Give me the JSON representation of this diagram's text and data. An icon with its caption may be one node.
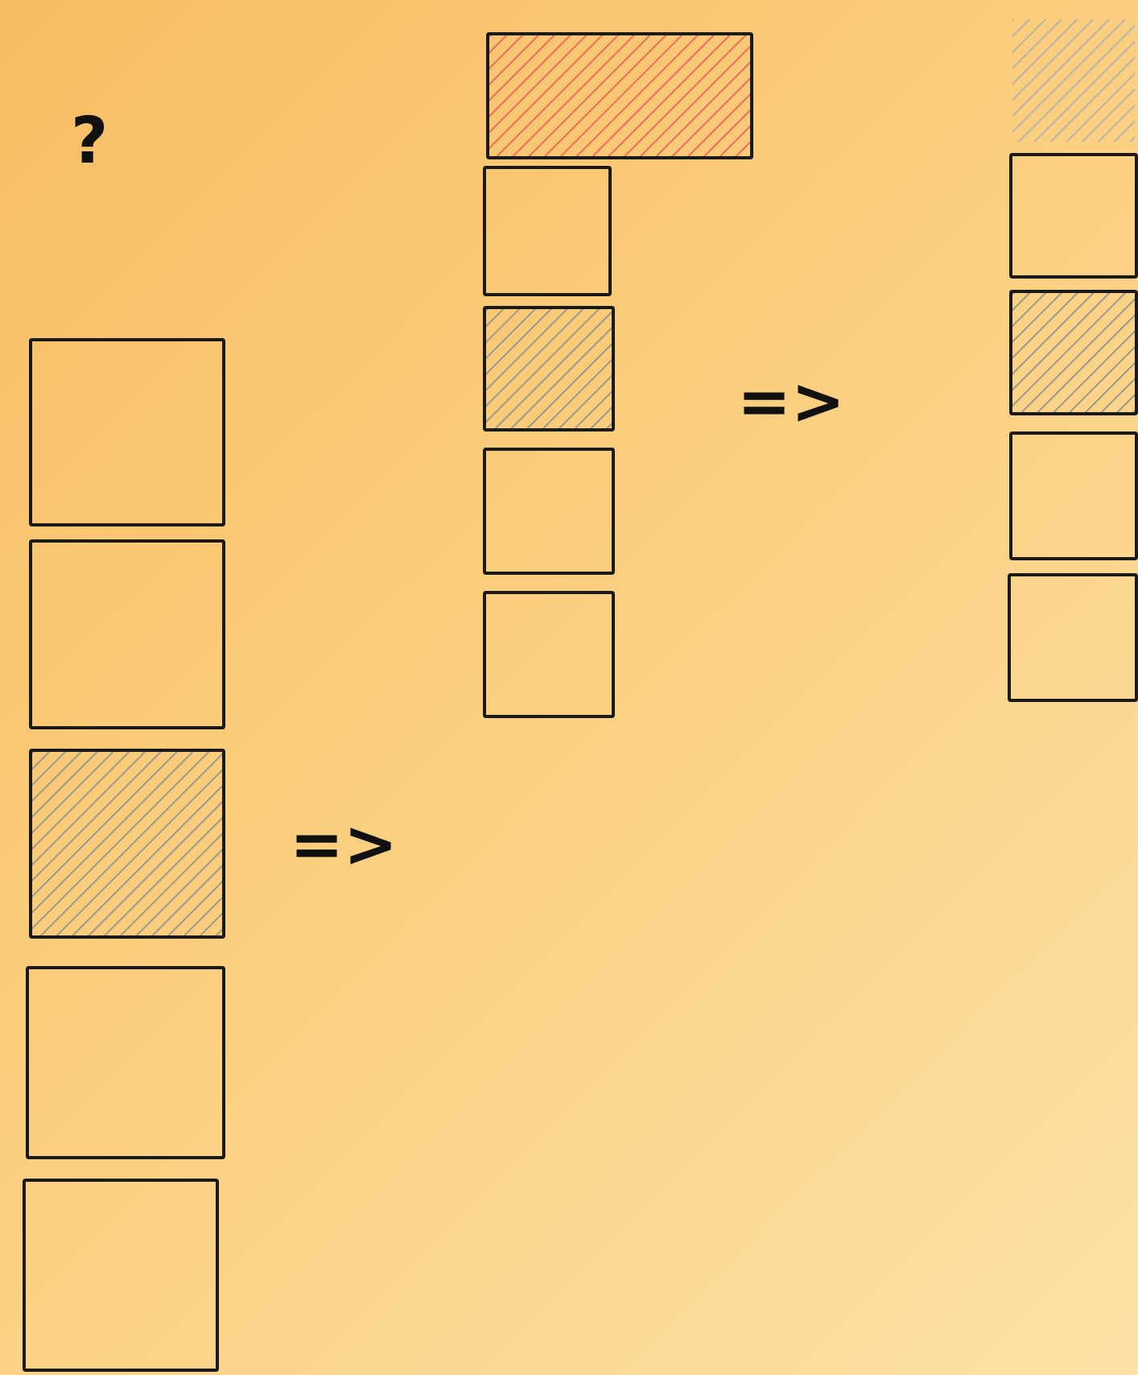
{
  "diagram": {
    "nodes": [
      {
        "text": [],
        "shape": "box"
      },
      {
        "text": [],
        "shape": "box"
      },
      {
        "text": [],
        "shape": "box"
      },
      {
        "text": [],
        "shape": "box"
      },
      {
        "text": [],
        "shape": "box"
      },
      {
        "text": [],
        "shape": "box"
      },
      {
        "text": [],
        "shape": "box"
      },
      {
        "text": [],
        "shape": "box"
      },
      {
        "text": [],
        "shape": "box"
      },
      {
        "text": [],
        "shape": "box"
      },
      {
        "text": [],
        "shape": "box"
      },
      {
        "text": [],
        "shape": "box"
      },
      {
        "text": [],
        "shape": "box"
      },
      {
        "text": [],
        "shape": "box"
      },
      {
        "text": [],
        "shape": "box"
      }
    ],
    "labels": [
      "?",
      "=>",
      "=>"
    ]
  }
}
